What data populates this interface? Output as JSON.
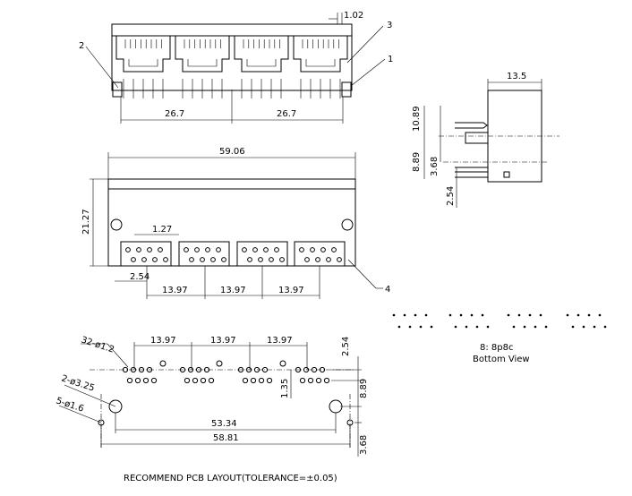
{
  "top_view": {
    "dim_pitch": "1.02",
    "dim_left_pair": "26.7",
    "dim_right_pair": "26.7",
    "callout_1": "1",
    "callout_2": "2",
    "callout_3": "3"
  },
  "front_view": {
    "dim_width": "59.06",
    "dim_height": "21.27",
    "dim_pin_pitch": "1.27",
    "dim_row_offset": "2.54",
    "dim_port_1": "13.97",
    "dim_port_2": "13.97",
    "dim_port_3": "13.97",
    "callout_4": "4"
  },
  "side_view": {
    "dim_depth": "13.5",
    "dim_led_height": "10.89",
    "dim_body_height": "8.89",
    "dim_pin_height": "3.68",
    "dim_pin_spacing": "2.54"
  },
  "bottom_view": {
    "label_code": "8: 8p8c",
    "label_view": "Bottom  View"
  },
  "pcb_layout": {
    "hole_note_1": "32-ø1.2",
    "hole_note_2": "2-ø3.25",
    "hole_note_3": "5-ø1.6",
    "dim_port_1": "13.97",
    "dim_port_2": "13.97",
    "dim_port_3": "13.97",
    "dim_row_pitch": "2.54",
    "dim_row_offset": "1.35",
    "dim_mount_offset": "8.89",
    "dim_mount_span": "53.34",
    "dim_total_span": "58.81",
    "dim_bottom_offset": "3.68",
    "caption": "RECOMMEND  PCB  LAYOUT(TOLERANCE=±0.05)"
  }
}
